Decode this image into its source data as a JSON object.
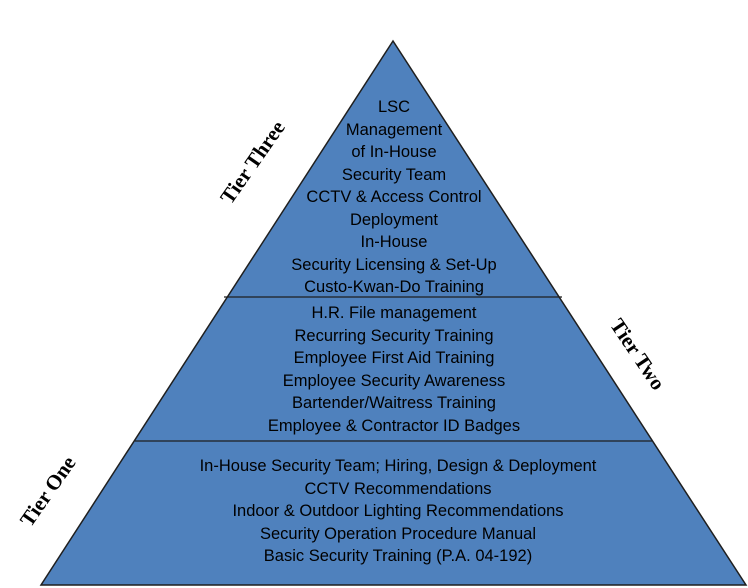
{
  "colors": {
    "fill": "#4F81BD",
    "stroke": "#1F1F1F"
  },
  "labels": {
    "tier_three": "Tier Three",
    "tier_two": "Tier Two",
    "tier_one": "Tier One"
  },
  "tier3": {
    "lines": [
      "LSC",
      "Management",
      "of In-House",
      "Security Team",
      "CCTV & Access Control",
      "Deployment",
      "In-House",
      "Security Licensing & Set-Up",
      "Custo-Kwan-Do Training"
    ]
  },
  "tier2": {
    "lines": [
      "H.R. File management",
      "Recurring Security Training",
      "Employee First Aid Training",
      "Employee Security Awareness",
      "Bartender/Waitress Training",
      "Employee & Contractor ID Badges"
    ]
  },
  "tier1": {
    "lines": [
      "In-House Security Team; Hiring, Design & Deployment",
      "CCTV Recommendations",
      "Indoor & Outdoor Lighting Recommendations",
      "Security Operation Procedure Manual",
      "Basic Security Training (P.A. 04-192)"
    ]
  }
}
